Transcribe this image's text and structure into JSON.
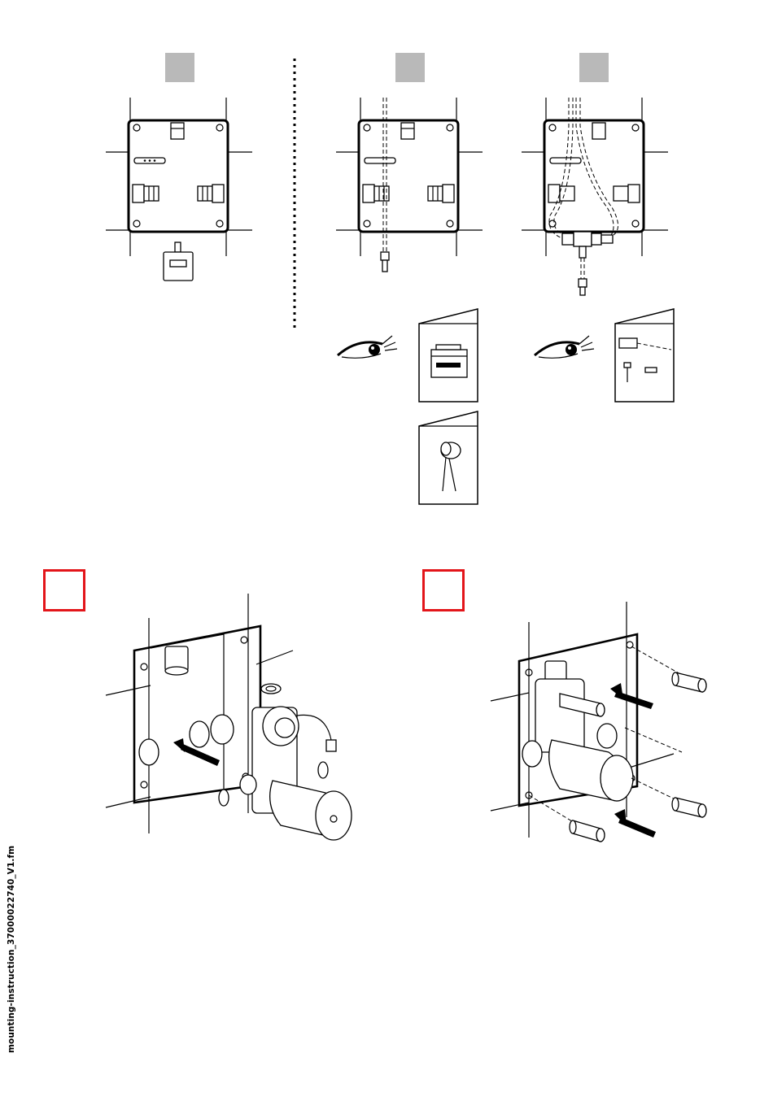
{
  "footer": {
    "file_label": "mounting-instruction_37000022740_V1.fm"
  },
  "steps": {
    "grey_markers": [
      "step-marker-1",
      "step-marker-2",
      "step-marker-3"
    ],
    "red_markers": [
      "step-marker-a",
      "step-marker-b"
    ]
  },
  "icons": [
    "eye-icon",
    "manual-booklet-icon",
    "power-supply-icon",
    "sensor-icon",
    "valve-body-icon",
    "wall-plug-icon",
    "arrow-icon"
  ],
  "colors": {
    "marker_grey": "#b9b9b9",
    "marker_red": "#e3151a"
  }
}
